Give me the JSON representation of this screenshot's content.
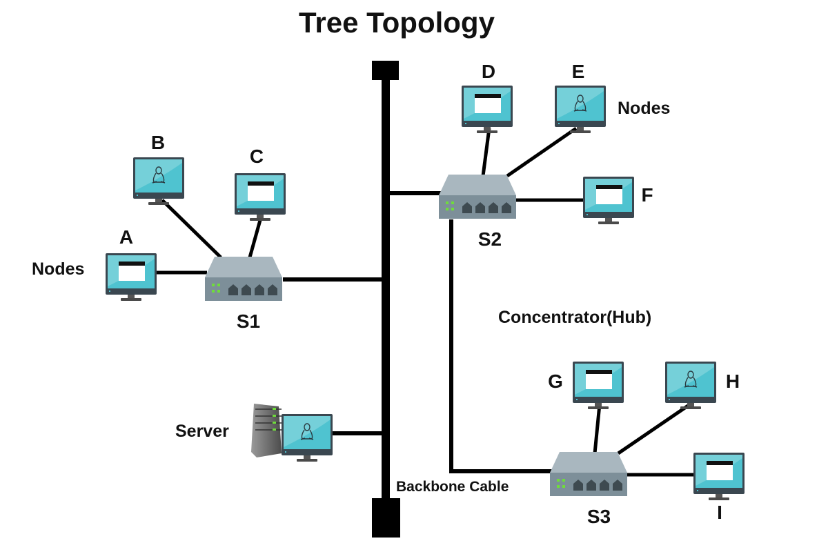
{
  "title": "Tree Topology",
  "labels": {
    "nodes_left": "Nodes",
    "nodes_right": "Nodes",
    "concentrator": "Concentrator(Hub)",
    "server": "Server",
    "backbone": "Backbone Cable"
  },
  "switches": [
    {
      "id": "S1",
      "label": "S1"
    },
    {
      "id": "S2",
      "label": "S2"
    },
    {
      "id": "S3",
      "label": "S3"
    }
  ],
  "nodes": [
    {
      "id": "A",
      "label": "A",
      "screen": "window",
      "switch": "S1"
    },
    {
      "id": "B",
      "label": "B",
      "screen": "linux",
      "switch": "S1"
    },
    {
      "id": "C",
      "label": "C",
      "screen": "window",
      "switch": "S1"
    },
    {
      "id": "D",
      "label": "D",
      "screen": "window",
      "switch": "S2"
    },
    {
      "id": "E",
      "label": "E",
      "screen": "linux",
      "switch": "S2"
    },
    {
      "id": "F",
      "label": "F",
      "screen": "window",
      "switch": "S2"
    },
    {
      "id": "G",
      "label": "G",
      "screen": "window",
      "switch": "S3"
    },
    {
      "id": "H",
      "label": "H",
      "screen": "linux",
      "switch": "S3"
    },
    {
      "id": "I",
      "label": "I",
      "screen": "window",
      "switch": "S3"
    }
  ],
  "connections": [
    {
      "from": "S1",
      "to": "backbone"
    },
    {
      "from": "S2",
      "to": "backbone"
    },
    {
      "from": "S3",
      "to": "S2"
    },
    {
      "from": "server",
      "to": "backbone"
    }
  ],
  "colors": {
    "screen": "#4fc3d0",
    "screen_light": "#8fd8e0",
    "bezel": "#3a4750",
    "cable": "#000000",
    "switch_top": "#a9b7bf",
    "switch_front": "#7d8f99",
    "port": "#3e4a50",
    "led": "#6fdc3c"
  }
}
